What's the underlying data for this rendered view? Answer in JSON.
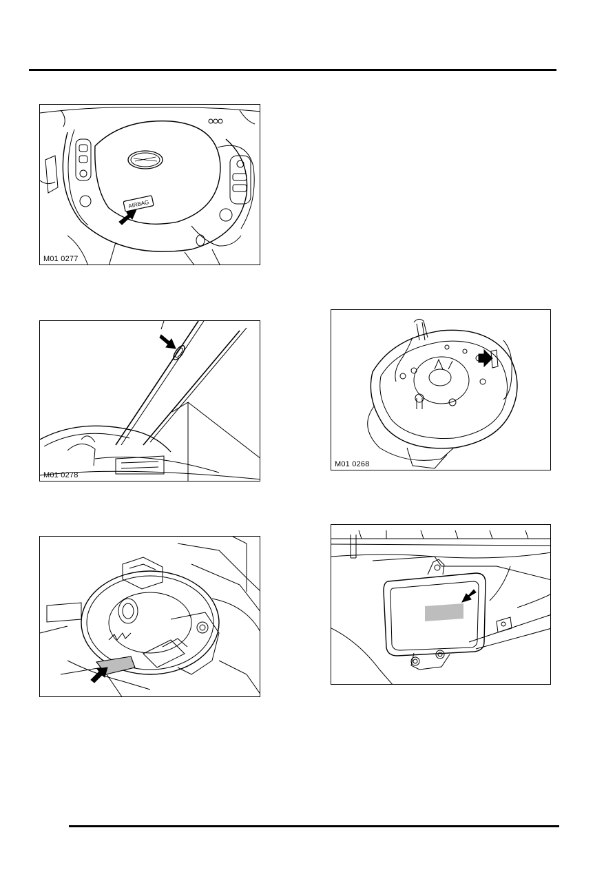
{
  "figures": [
    {
      "id": "fig1",
      "caption": "M01 0277",
      "callout": "AIRBAG"
    },
    {
      "id": "fig2",
      "caption": "M01 0278"
    },
    {
      "id": "fig3",
      "caption": ""
    },
    {
      "id": "fig4",
      "caption": "M01 0268"
    },
    {
      "id": "fig5",
      "caption": ""
    }
  ],
  "colors": {
    "line": "#000000",
    "label_fill": "#bdbdbd"
  }
}
